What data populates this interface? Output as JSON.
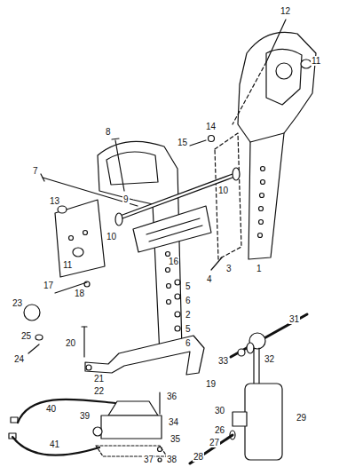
{
  "diagram": {
    "labels": [
      "12",
      "11",
      "8",
      "14",
      "15",
      "7",
      "13",
      "9",
      "10",
      "10",
      "11",
      "16",
      "1",
      "3",
      "4",
      "5",
      "6",
      "2",
      "5",
      "6",
      "23",
      "17",
      "18",
      "25",
      "20",
      "24",
      "21",
      "22",
      "19",
      "31",
      "33",
      "32",
      "36",
      "40",
      "34",
      "39",
      "29",
      "30",
      "35",
      "26",
      "37",
      "27",
      "41",
      "38",
      "28"
    ]
  }
}
